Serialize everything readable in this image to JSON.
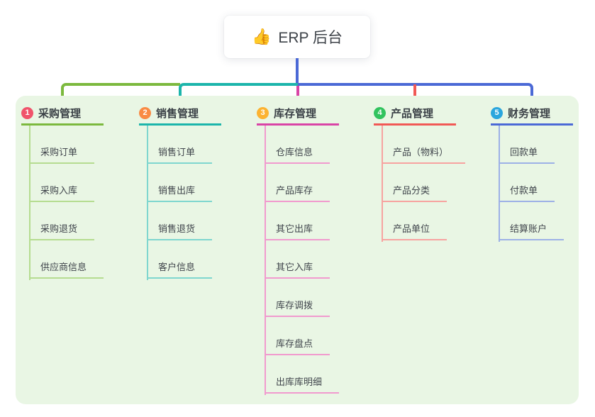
{
  "root": {
    "emoji": "👍",
    "label": "ERP 后台"
  },
  "branches": [
    {
      "badge": "1",
      "title": "采购管理",
      "badge_color": "#f0536b",
      "line_color": "#7cb93e",
      "child_line_color": "#b5dc90",
      "children": [
        "采购订单",
        "采购入库",
        "采购退货",
        "供应商信息"
      ]
    },
    {
      "badge": "2",
      "title": "销售管理",
      "badge_color": "#f98b45",
      "line_color": "#1cb5ab",
      "child_line_color": "#7fd6cf",
      "children": [
        "销售订单",
        "销售出库",
        "销售退货",
        "客户信息"
      ]
    },
    {
      "badge": "3",
      "title": "库存管理",
      "badge_color": "#fcb331",
      "line_color": "#d944a6",
      "child_line_color": "#f19ace",
      "children": [
        "仓库信息",
        "产品库存",
        "其它出库",
        "其它入库",
        "库存调拨",
        "库存盘点",
        "出库库明细"
      ]
    },
    {
      "badge": "4",
      "title": "产品管理",
      "badge_color": "#31c35e",
      "line_color": "#f15955",
      "child_line_color": "#f7a3a0",
      "children": [
        "产品（物料）",
        "产品分类",
        "产品单位"
      ]
    },
    {
      "badge": "5",
      "title": "财务管理",
      "badge_color": "#2ba6dd",
      "line_color": "#4b69d6",
      "child_line_color": "#9db1e6",
      "children": [
        "回款单",
        "付款单",
        "结算账户"
      ]
    }
  ],
  "connectors": {
    "root_drop_color": "#4b69d6",
    "panel_background": "#e9f6e4"
  }
}
